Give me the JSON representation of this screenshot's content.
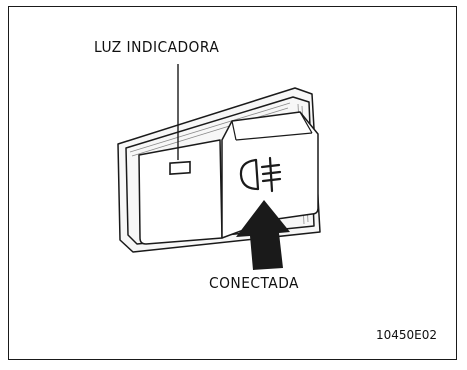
{
  "diagram": {
    "indicator_label": "LUZ INDICADORA",
    "connected_label": "CONECTADA",
    "figure_code": "10450E02"
  },
  "icons": {
    "indicator_lamp": "rectangle-lamp-icon",
    "fog_light": "rear-fog-light-icon",
    "push_arrow": "up-arrow-icon"
  }
}
